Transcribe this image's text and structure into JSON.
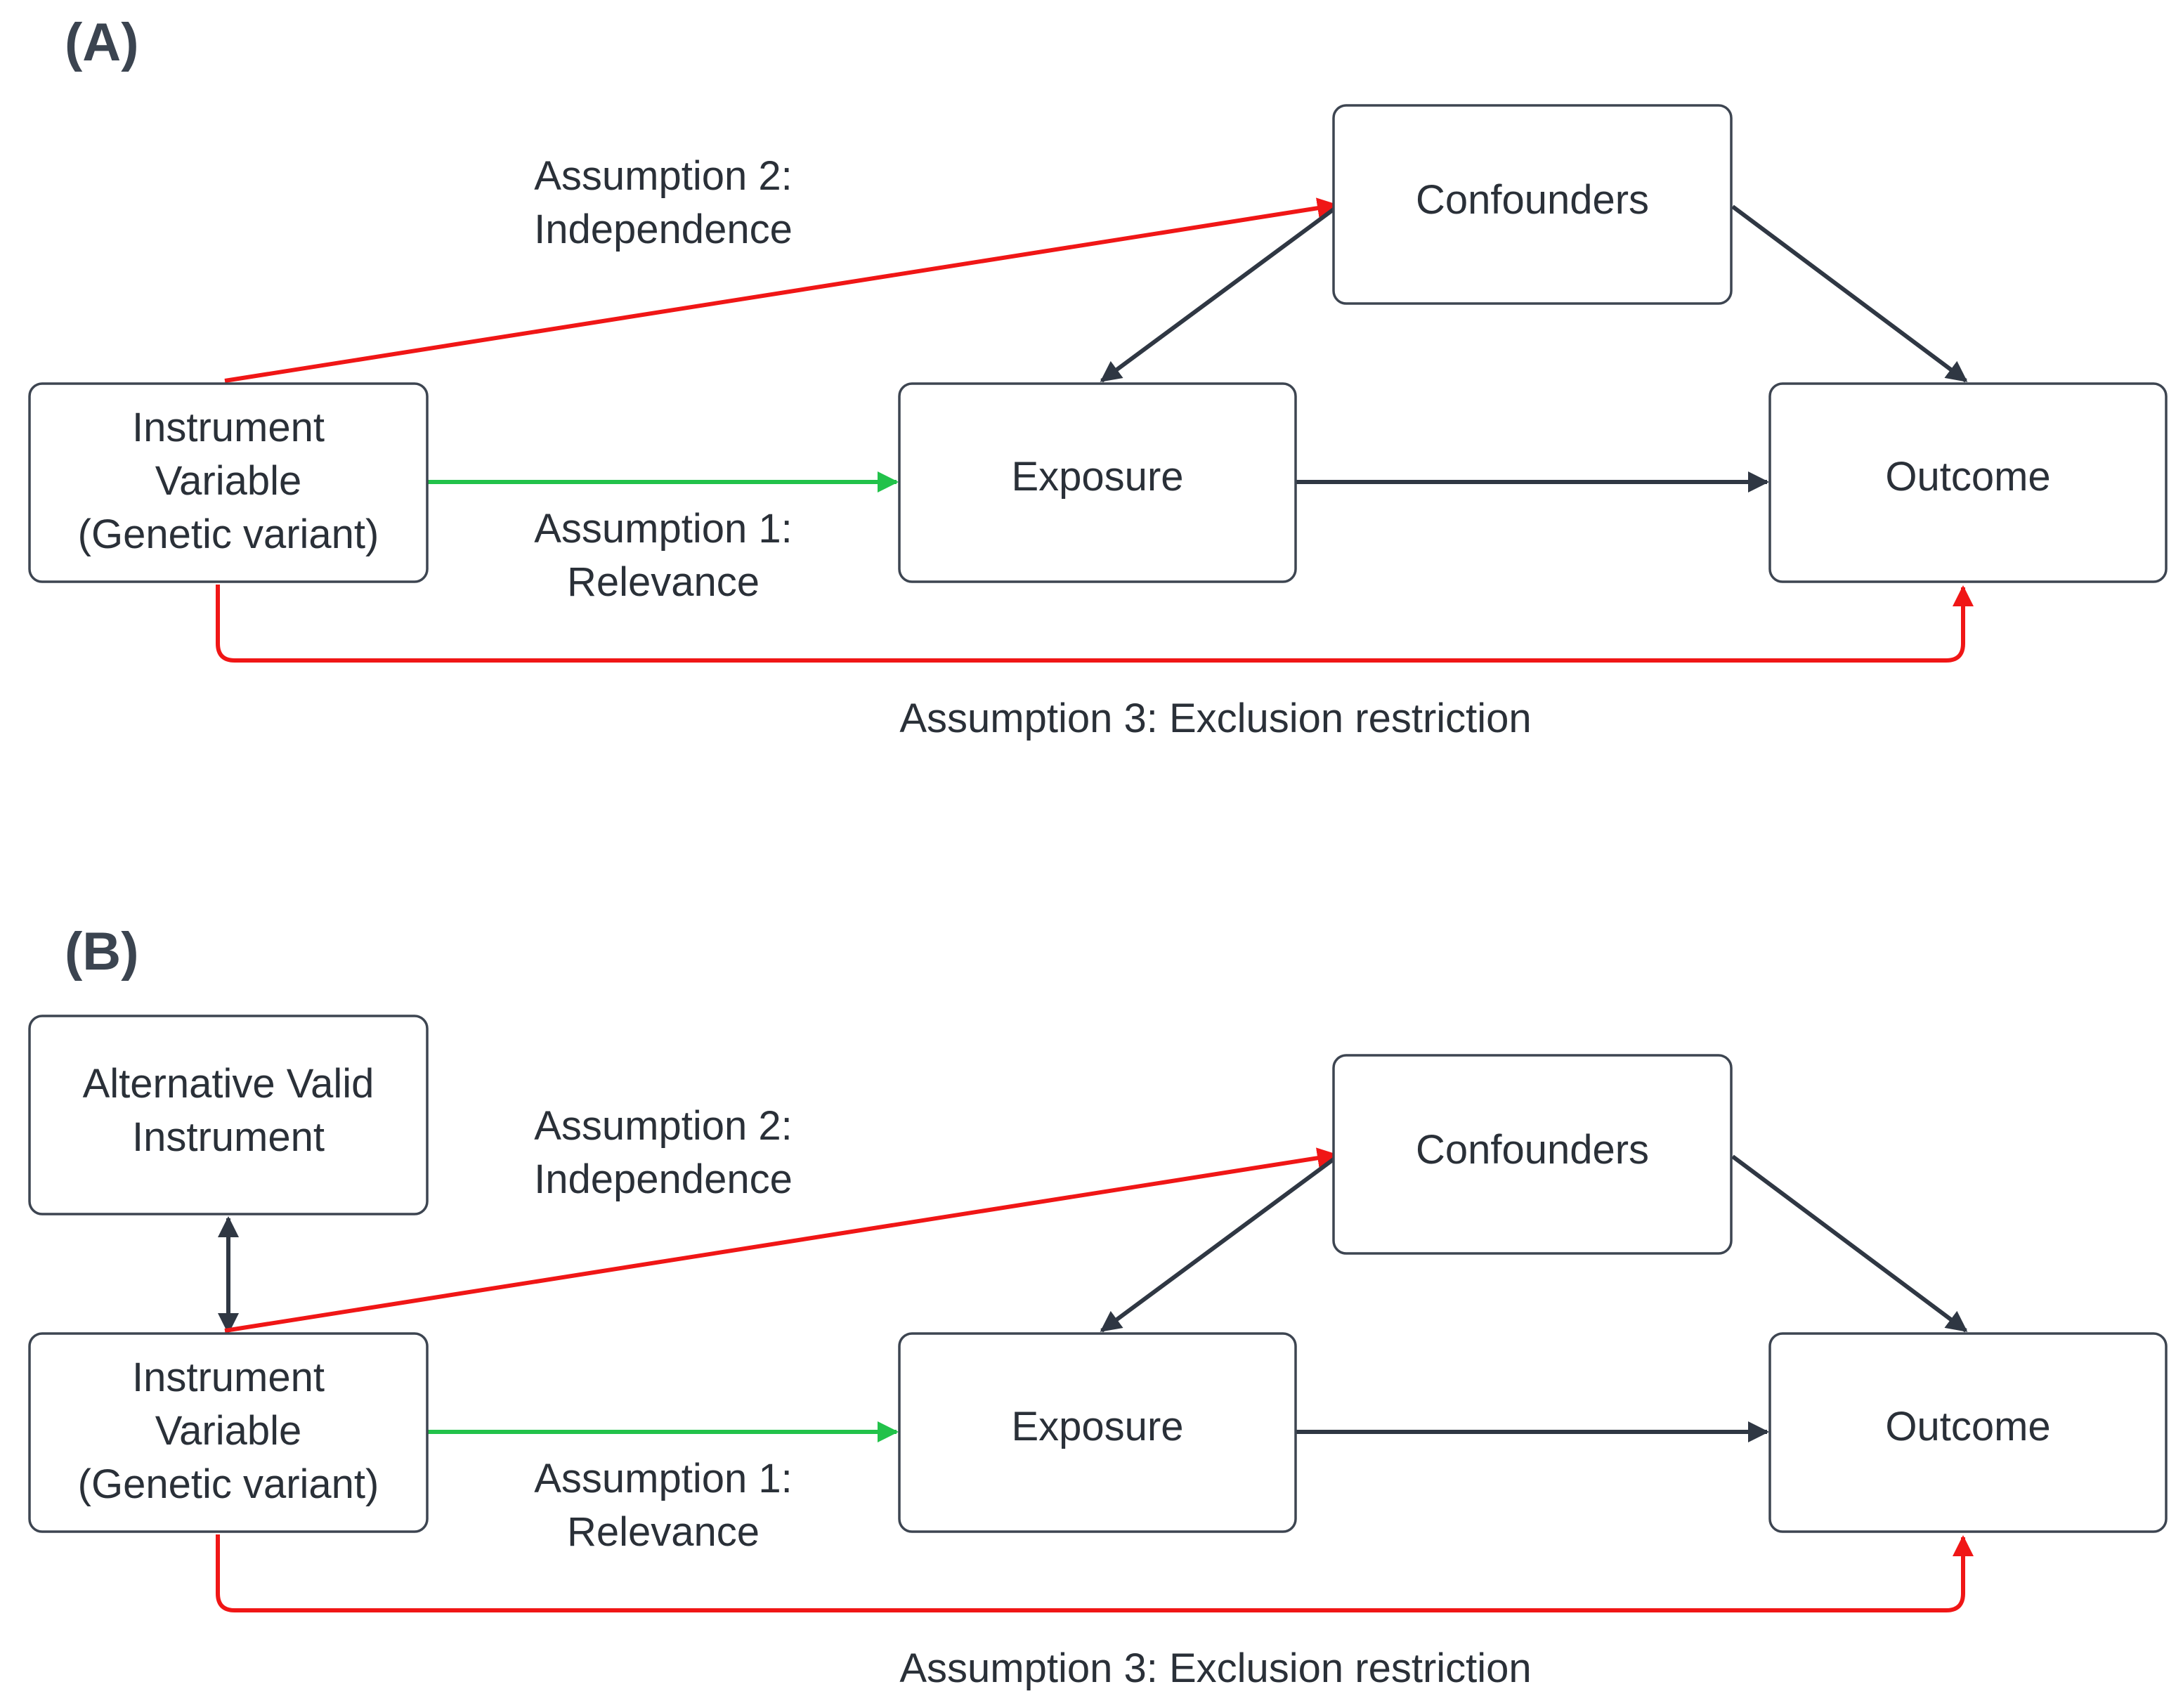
{
  "colors": {
    "node_border": "#3d4551",
    "text": "#2a3038",
    "causal_edge": "#2f3743",
    "relevance_edge": "#22c24a",
    "violation_edge": "#f01616"
  },
  "panels": [
    {
      "label": "(A)",
      "nodes": {
        "instrument": [
          "Instrument",
          "Variable",
          "(Genetic variant)"
        ],
        "exposure": [
          "Exposure"
        ],
        "outcome": [
          "Outcome"
        ],
        "confounders": [
          "Confounders"
        ]
      },
      "edge_labels": {
        "assumption2": [
          "Assumption 2:",
          "Independence"
        ],
        "assumption1": [
          "Assumption 1:",
          "Relevance"
        ],
        "assumption3": [
          "Assumption 3: Exclusion restriction"
        ]
      }
    },
    {
      "label": "(B)",
      "nodes": {
        "alternative": [
          "Alternative Valid",
          "Instrument"
        ],
        "instrument": [
          "Instrument",
          "Variable",
          "(Genetic variant)"
        ],
        "exposure": [
          "Exposure"
        ],
        "outcome": [
          "Outcome"
        ],
        "confounders": [
          "Confounders"
        ]
      },
      "edge_labels": {
        "assumption2": [
          "Assumption 2:",
          "Independence"
        ],
        "assumption1": [
          "Assumption 1:",
          "Relevance"
        ],
        "assumption3": [
          "Assumption 3: Exclusion restriction"
        ]
      }
    }
  ]
}
